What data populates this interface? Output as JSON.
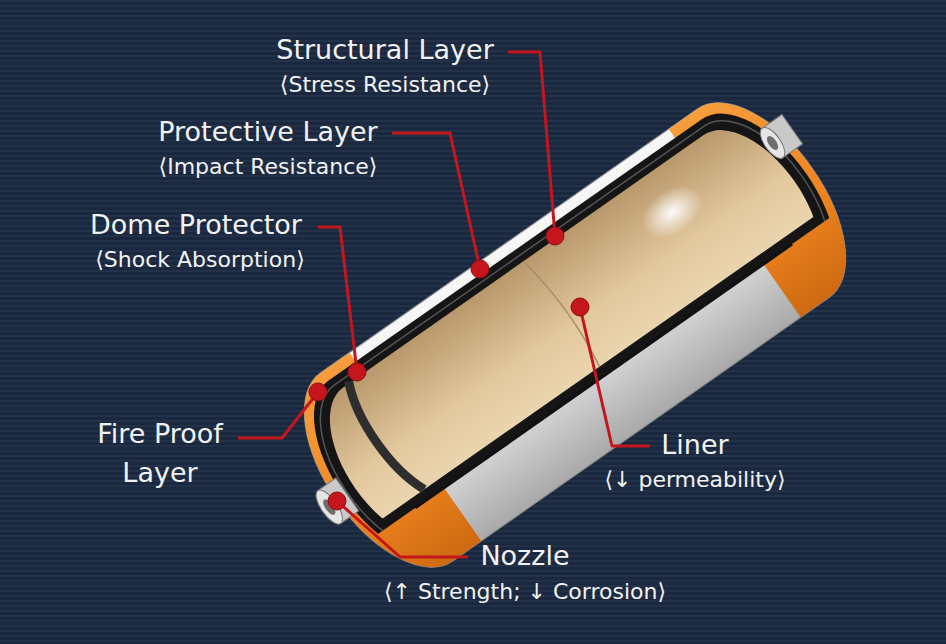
{
  "diagram": {
    "labels": [
      "Structural Layer",
      "⟨Stress Resistance⟩",
      "Protective Layer",
      "⟨Impact Resistance⟩",
      "Dome Protector",
      "⟨Shock Absorption⟩",
      "Fire Proof Layer",
      "Liner",
      "⟨↓ permeability⟩",
      "Nozzle",
      "⟨↑ Strength; ↓ Corrosion⟩"
    ]
  }
}
